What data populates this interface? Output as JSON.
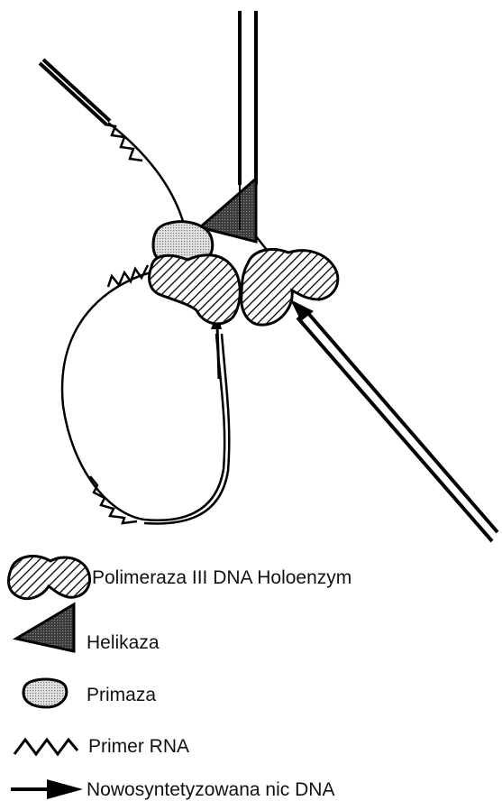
{
  "colors": {
    "line": "#000000",
    "primase_fill": "#d0d0d0",
    "helicase_fill": "#4a4a4a",
    "background": "#ffffff"
  },
  "legend": {
    "items": [
      {
        "icon": "polymerase-icon",
        "label": "Polimeraza III DNA Holoenzym"
      },
      {
        "icon": "helicase-icon",
        "label": "Helikaza"
      },
      {
        "icon": "primase-icon",
        "label": "Primaza"
      },
      {
        "icon": "rna-primer-icon",
        "label": "Primer RNA"
      },
      {
        "icon": "new-dna-strand-icon",
        "label": "Nowosyntetyzowana nic DNA"
      }
    ]
  }
}
